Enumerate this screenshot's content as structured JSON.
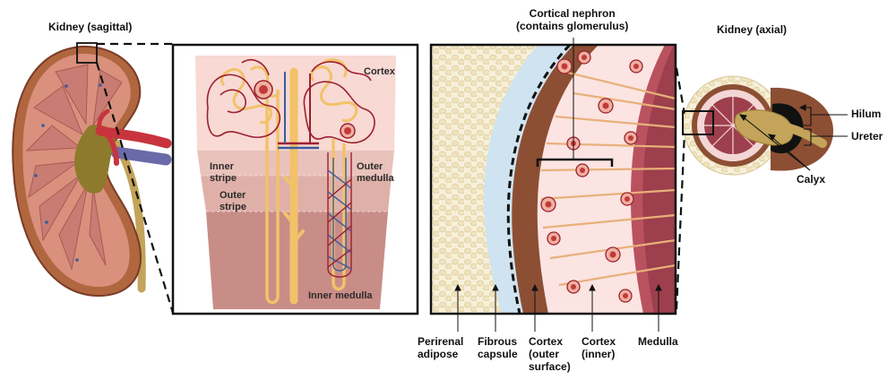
{
  "title": "",
  "colors": {
    "cortex": "#d9907c",
    "medulla_pyramid": "#c97c73",
    "renal_pelvis": "#8d7a2c",
    "capsule_outline": "#8b3a2c",
    "artery": "#c8343d",
    "vein": "#6b6aa8",
    "ureter": "#c4a45a",
    "tubule": "#f2c26a",
    "capillary_red": "#9b2030",
    "capillary_blue": "#3a5c9c",
    "adipose": "#f4ecd2",
    "fibrous_capsule": "#cfe4f0",
    "cortex_outer_surface": "#8c4f34",
    "cortex_inner": "#fbe4e2",
    "medulla_band": "#b9525e",
    "frame": "#1a1a1a"
  },
  "labels": {
    "kidney_sagittal": "Kidney (sagittal)",
    "cortical_nephron_line1": "Cortical nephron",
    "cortical_nephron_line2": "(contains glomerulus)",
    "kidney_axial": "Kidney (axial)",
    "hilum": "Hilum",
    "ureter": "Ureter",
    "calyx": "Calyx",
    "cortex_zone": "Cortex",
    "inner_stripe_line1": "Inner",
    "inner_stripe_line2": "stripe",
    "outer_stripe_line1": "Outer",
    "outer_stripe_line2": "stripe",
    "outer_medulla_line1": "Outer",
    "outer_medulla_line2": "medulla",
    "inner_medulla": "Inner medulla",
    "perirenal_line1": "Perirenal",
    "perirenal_line2": "adipose",
    "fibrous_line1": "Fibrous",
    "fibrous_line2": "capsule",
    "cortex_outer_line1": "Cortex",
    "cortex_outer_line2": "(outer",
    "cortex_outer_line3": "surface)",
    "cortex_inner_line1": "Cortex",
    "cortex_inner_line2": "(inner)",
    "medulla": "Medulla"
  }
}
